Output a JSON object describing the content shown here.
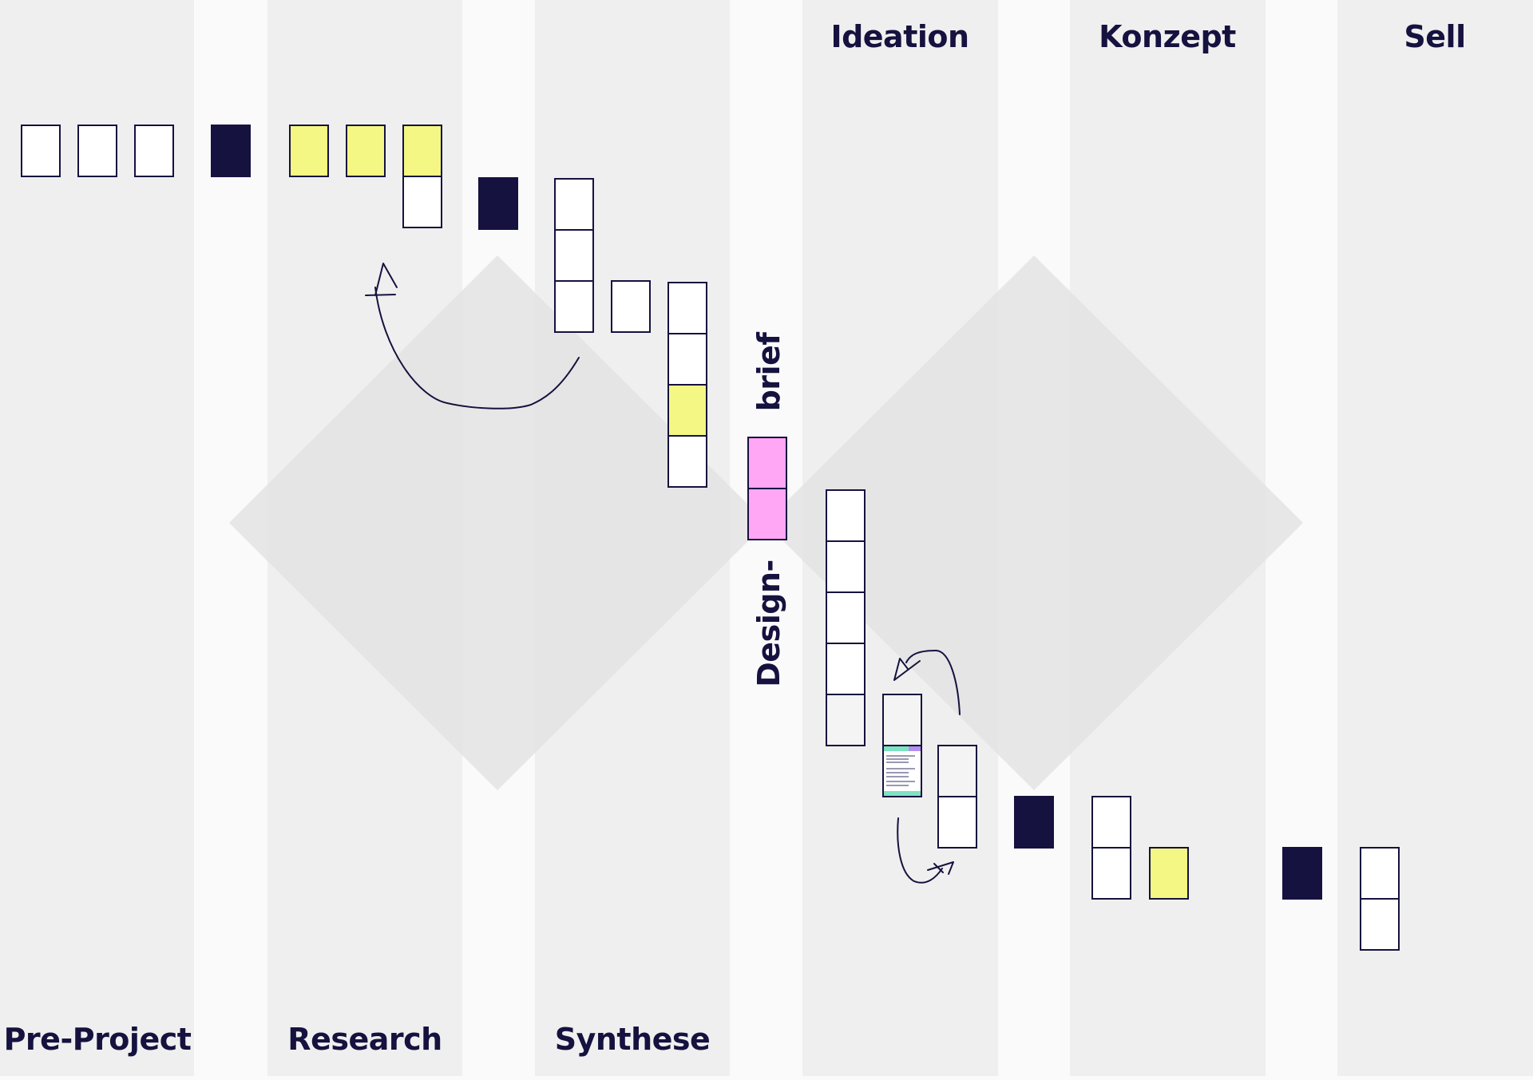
{
  "phases_top": [
    {
      "id": "ideation",
      "label": "Ideation"
    },
    {
      "id": "konzept",
      "label": "Konzept"
    },
    {
      "id": "sell",
      "label": "Sell"
    }
  ],
  "phases_bottom": [
    {
      "id": "pre-project",
      "label": "Pre-Project"
    },
    {
      "id": "research",
      "label": "Research"
    },
    {
      "id": "synthese",
      "label": "Synthese"
    }
  ],
  "design_brief": {
    "part1": "Design-",
    "part2": "brief"
  },
  "colors": {
    "background": "#fafafa",
    "column": "#efefef",
    "diamond": "#e2e2e2",
    "card_white": "#ffffff",
    "card_yellow": "#f4f783",
    "card_dark": "#15123f",
    "card_pink": "#ffa6f5",
    "card_light": "#f4f4f4",
    "outline": "#15123f",
    "text": "#15123f"
  },
  "card_color_names": [
    "white",
    "yellow",
    "dark",
    "pink",
    "light",
    "thumbnail"
  ]
}
